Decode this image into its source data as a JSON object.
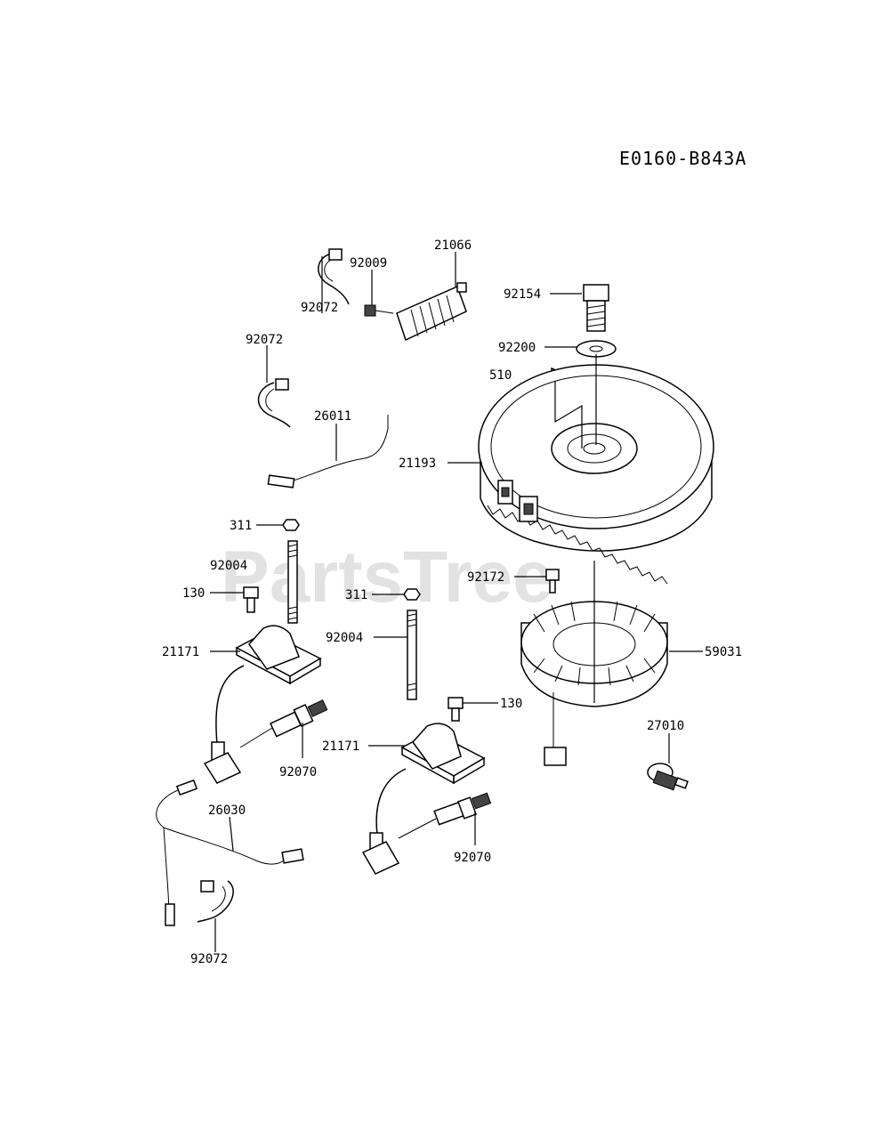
{
  "diagram_code": "E0160-B843A",
  "watermark": "PartsTree",
  "labels": {
    "p21066": "21066",
    "p92009": "92009",
    "p92072_a": "92072",
    "p92072_b": "92072",
    "p26011": "26011",
    "p92154": "92154",
    "p92200": "92200",
    "p510": "510",
    "p21193": "21193",
    "p311_a": "311",
    "p92004_a": "92004",
    "p130_a": "130",
    "p311_b": "311",
    "p92172": "92172",
    "p21171_a": "21171",
    "p92004_b": "92004",
    "p59031": "59031",
    "p130_b": "130",
    "p92070_a": "92070",
    "p21171_b": "21171",
    "p27010": "27010",
    "p26030": "26030",
    "p92070_b": "92070",
    "p92072_c": "92072"
  }
}
